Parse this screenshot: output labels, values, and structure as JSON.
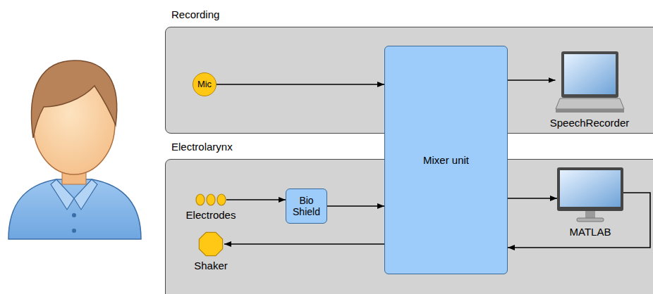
{
  "diagram": {
    "nodes": [
      {
        "text": [
          "Recording"
        ]
      },
      {
        "text": [
          "Mic"
        ],
        "in": 0
      },
      {
        "text": [
          "Mixer unit"
        ]
      },
      {
        "text": [
          "SpeechRecorder"
        ],
        "in": 0
      },
      {
        "text": [
          "Electrolarynx"
        ]
      },
      {
        "text": [
          "Electrodes"
        ],
        "in": 4
      },
      {
        "text": [
          "Bio Shield"
        ],
        "in": 4
      },
      {
        "text": [
          "MATLAB"
        ],
        "in": 4
      },
      {
        "text": [
          "Shaker"
        ],
        "in": 4
      }
    ],
    "edges": [
      {
        "from": 1,
        "to": 2,
        "arrow": "to"
      },
      {
        "from": 2,
        "to": 3,
        "arrow": "to"
      },
      {
        "from": 5,
        "to": 6,
        "arrow": "to"
      },
      {
        "from": 6,
        "to": 2,
        "arrow": "to"
      },
      {
        "from": 2,
        "to": 8,
        "arrow": "to"
      },
      {
        "from": 2,
        "to": 7,
        "arrow": "to"
      },
      {
        "from": 7,
        "to": 2,
        "arrow": "to"
      }
    ]
  }
}
